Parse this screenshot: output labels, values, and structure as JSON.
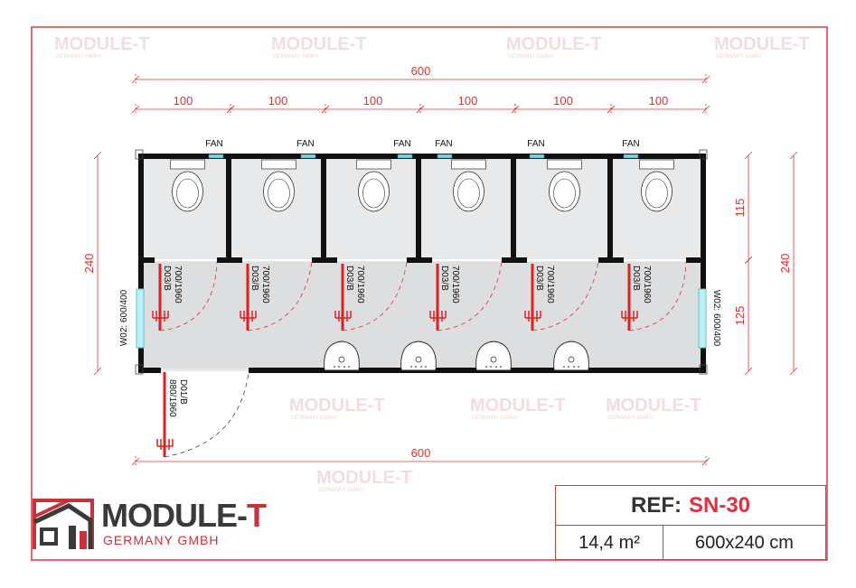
{
  "watermark": {
    "name": "MODULE-T",
    "sub": "GERMANY GMBH"
  },
  "dimensions": {
    "top_total": "600",
    "bottom_total": "600",
    "top_segments": [
      "100",
      "100",
      "100",
      "100",
      "100",
      "100"
    ],
    "left_height": "240",
    "right_height": "240",
    "right_upper": "115",
    "right_lower": "125"
  },
  "fans": [
    "FAN",
    "FAN",
    "FAN",
    "FAN",
    "FAN",
    "FAN"
  ],
  "cabin_doors": [
    {
      "type": "D03/B",
      "size": "700/1960"
    },
    {
      "type": "D03/B",
      "size": "700/1960"
    },
    {
      "type": "D03/B",
      "size": "700/1960"
    },
    {
      "type": "D03/B",
      "size": "700/1960"
    },
    {
      "type": "D03/B",
      "size": "700/1960"
    },
    {
      "type": "D03/B",
      "size": "700/1960"
    }
  ],
  "entry_door": {
    "type": "D01/B",
    "size": "880/1960"
  },
  "windows": {
    "left": "W02: 600/400",
    "right": "W02: 600/400"
  },
  "sink_count": 4,
  "logo": {
    "name_main": "MODULE-",
    "name_accent": "T",
    "sub": "GERMANY GMBH"
  },
  "ref": {
    "label": "REF:",
    "code": "SN-30",
    "area": "14,4 m²",
    "size": "600x240 cm"
  },
  "colors": {
    "accent": "#e03040",
    "wall": "#111111",
    "dim": "#e03030",
    "window": "#7fd3df"
  }
}
